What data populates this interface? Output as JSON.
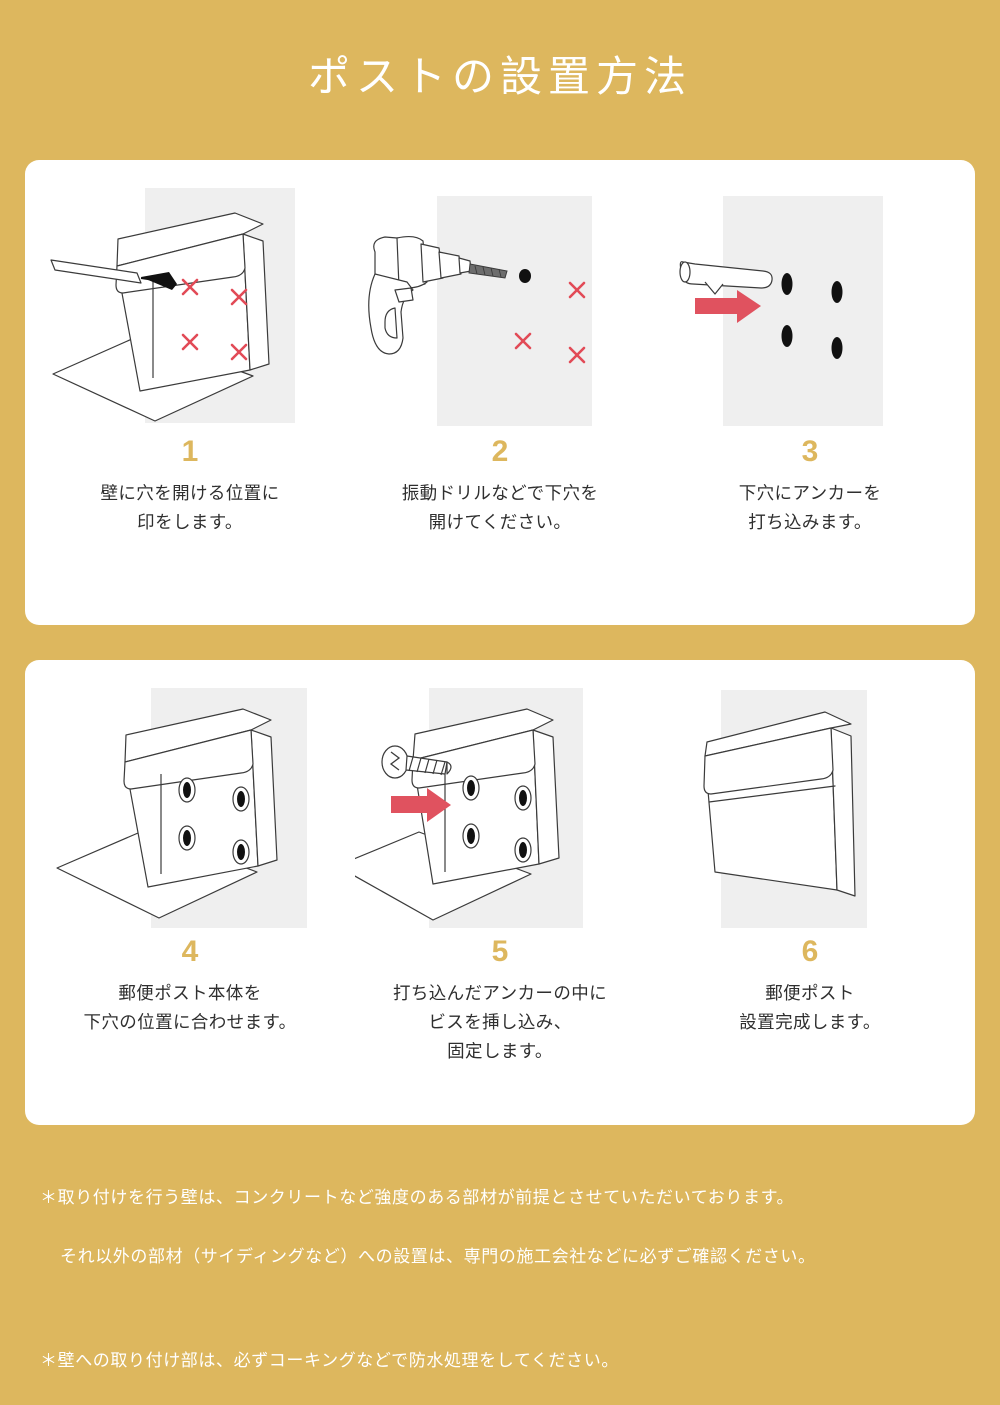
{
  "page": {
    "title": "ポストの設置方法",
    "background_color": "#ddb75e",
    "card_color": "#ffffff",
    "accent_color": "#ddb75e",
    "mark_color": "#e24a56",
    "wall_color": "#efefef",
    "outline_color": "#3b3b3b"
  },
  "steps": [
    {
      "number": "1",
      "caption": "壁に穴を開ける位置に\n印をします。",
      "illustration": "mailbox-with-pencil-marking-wall"
    },
    {
      "number": "2",
      "caption": "振動ドリルなどで下穴を\n開けてください。",
      "illustration": "hammer-drill-boring-pilot-hole"
    },
    {
      "number": "3",
      "caption": "下穴にアンカーを\n打ち込みます。",
      "illustration": "anchor-inserted-into-pilot-hole"
    },
    {
      "number": "4",
      "caption": "郵便ポスト本体を\n下穴の位置に合わせます。",
      "illustration": "mailbox-aligned-to-anchor-holes"
    },
    {
      "number": "5",
      "caption": "打ち込んだアンカーの中に\nビスを挿し込み、\n固定します。",
      "illustration": "screw-driven-into-anchor"
    },
    {
      "number": "6",
      "caption": "郵便ポスト\n設置完成します。",
      "illustration": "mailbox-installed-complete"
    }
  ],
  "notes": [
    {
      "line1": "＊取り付けを行う壁は、コンクリートなど強度のある部材が前提とさせていただいております。",
      "line2": "それ以外の部材（サイディングなど）への設置は、専門の施工会社などに必ずご確認ください。"
    },
    {
      "line1": "＊壁への取り付け部は、必ずコーキングなどで防水処理をしてください。",
      "line2": ""
    }
  ]
}
